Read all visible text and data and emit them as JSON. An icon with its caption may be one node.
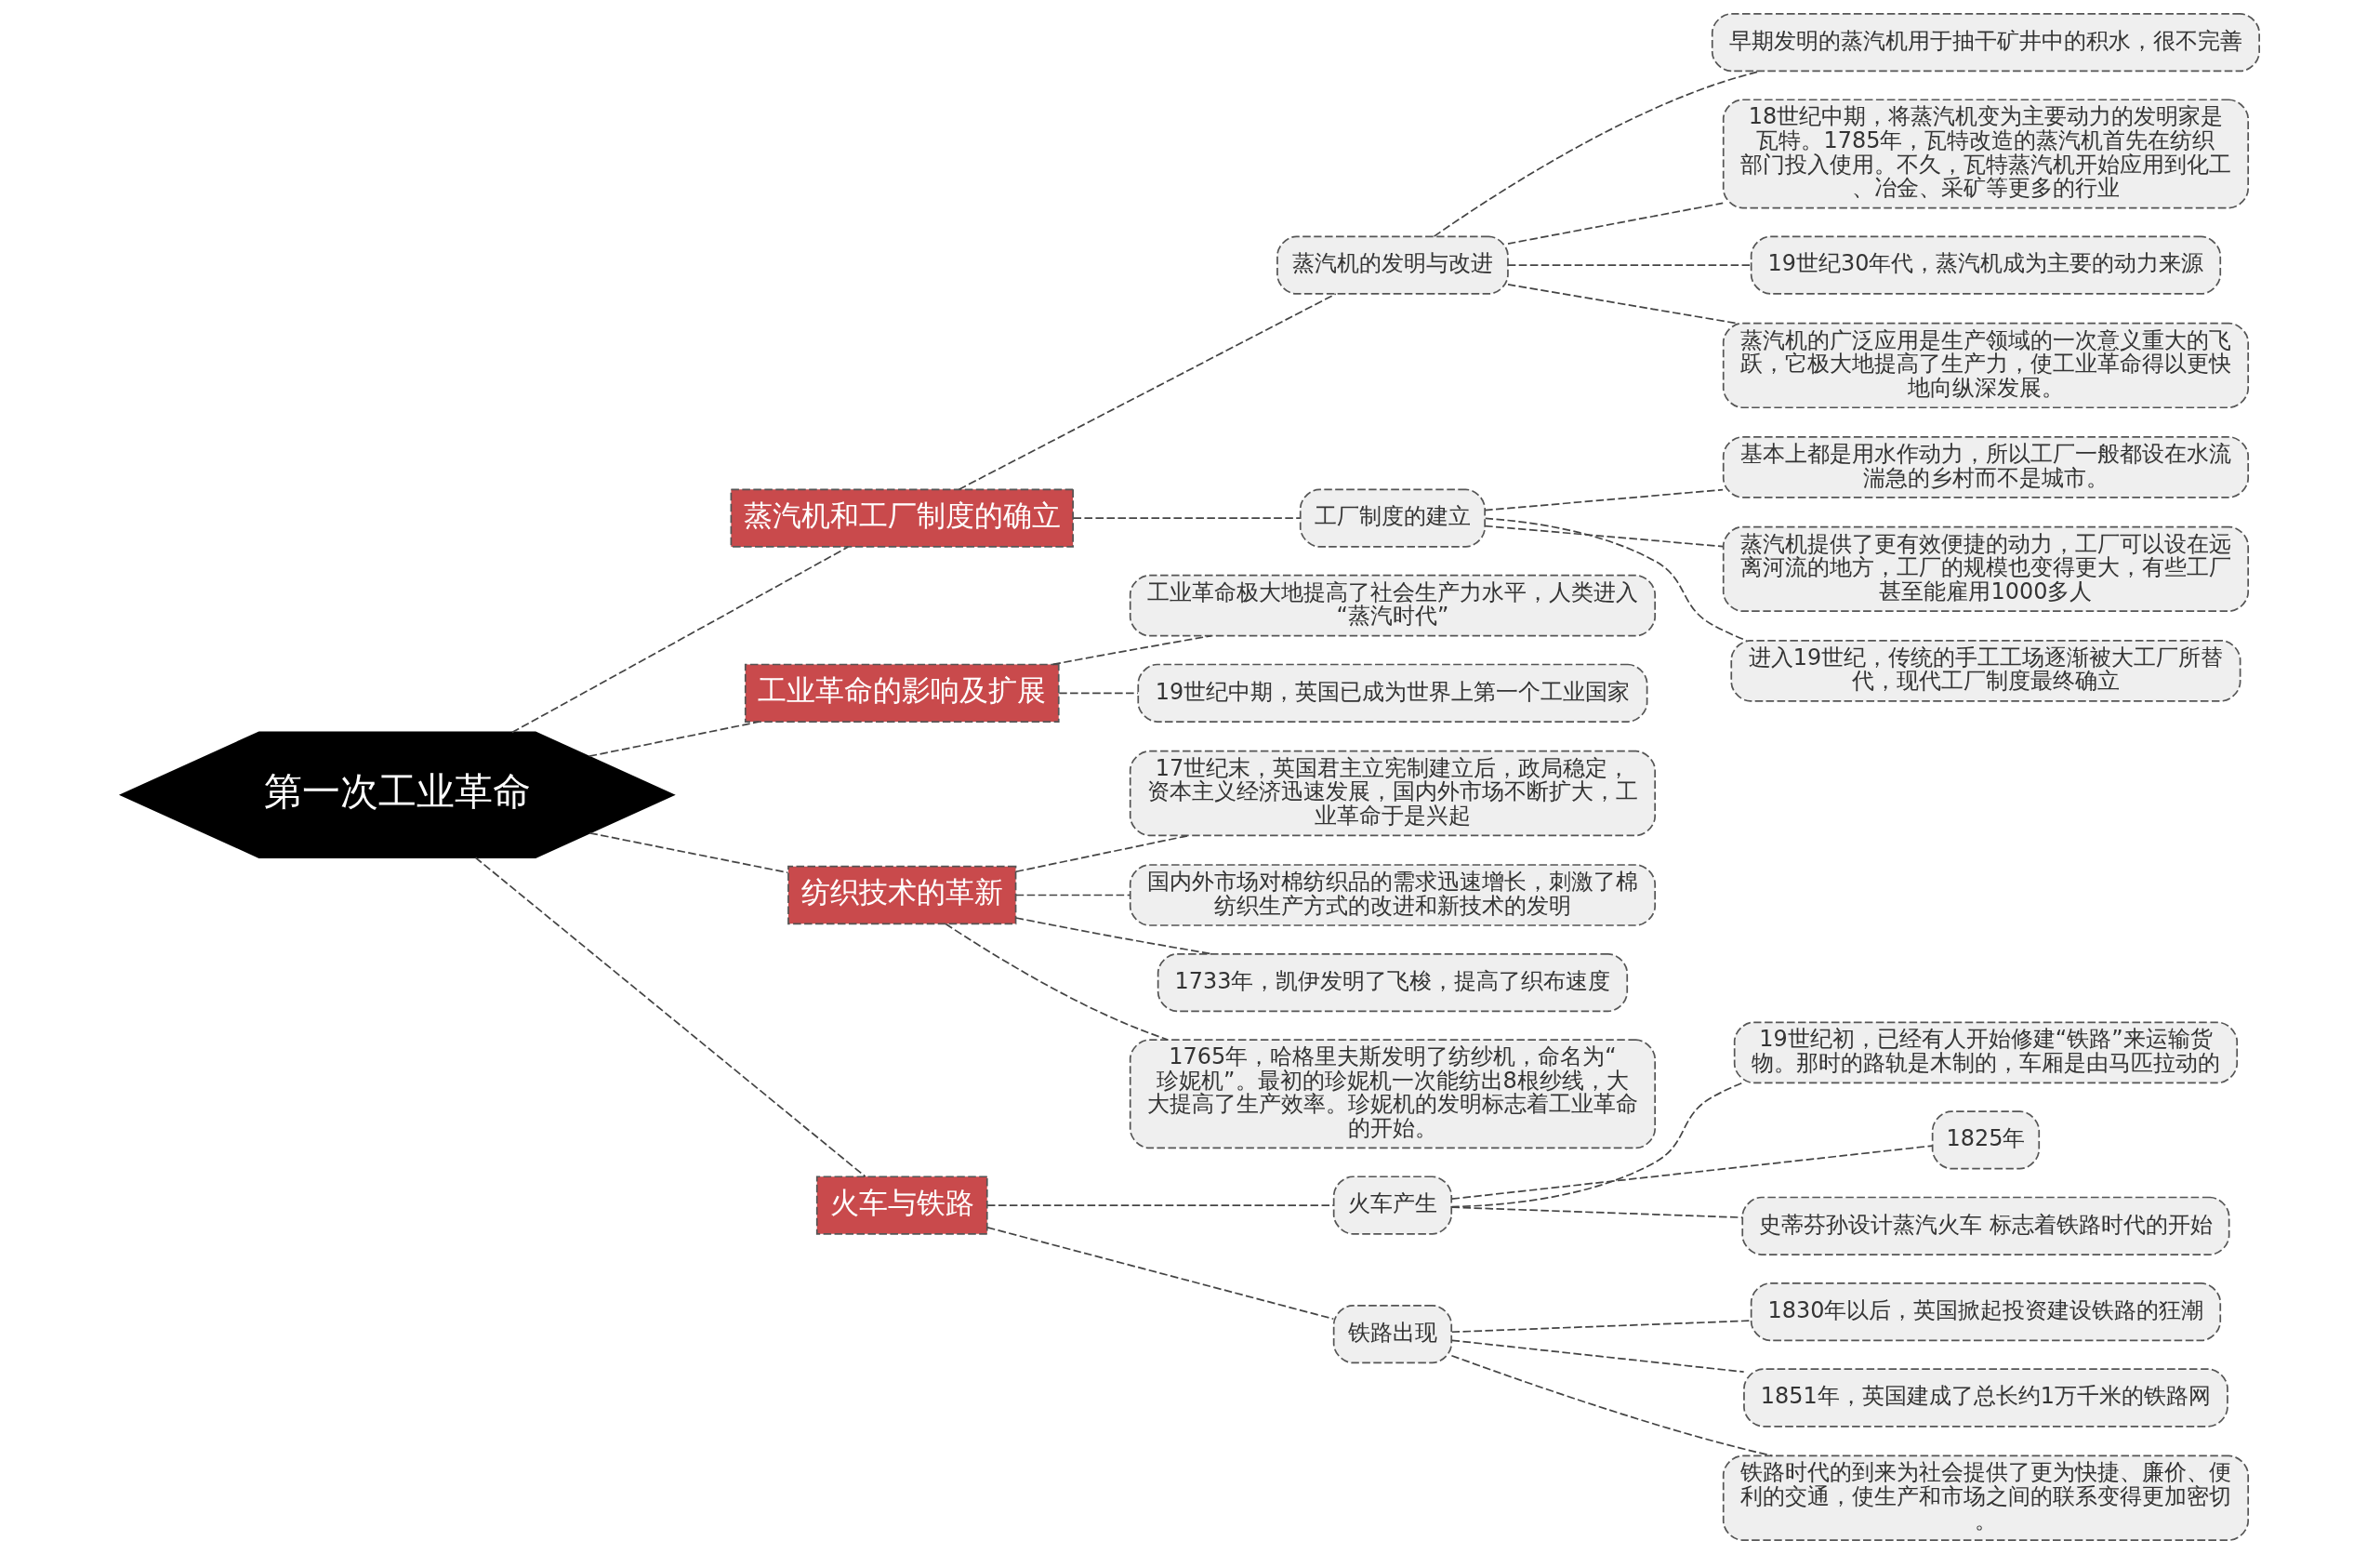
{
  "diagram": {
    "nodes": [
      {
        "text": [
          "第一次工业革命"
        ]
      },
      {
        "text": [
          "蒸汽机和工厂制度的确立"
        ]
      },
      {
        "text": [
          "蒸汽机的发明与改进"
        ]
      },
      {
        "text": [
          "早期发明的蒸汽机用于抽干矿井中的积水，很不完善"
        ]
      },
      {
        "text": [
          "18世纪中期，将蒸汽机变为主要动力的发明家是瓦特。1785年，瓦特改造的蒸汽机首先在纺织部门投入使用。不久，瓦特蒸汽机开始应用到化工、冶金、采矿等更多的行业"
        ]
      },
      {
        "text": [
          "19世纪30年代，蒸汽机成为主要的动力来源"
        ]
      },
      {
        "text": [
          "蒸汽机的广泛应用是生产领域的一次意义重大的飞跃，它极大地提高了生产力，使工业革命得以更快地向纵深发展。"
        ]
      },
      {
        "text": [
          "工厂制度的建立"
        ]
      },
      {
        "text": [
          "基本上都是用水作动力，所以工厂一般都设在水流湍急的乡村而不是城市。"
        ]
      },
      {
        "text": [
          "蒸汽机提供了更有效便捷的动力，工厂可以设在远离河流的地方，工厂的规模也变得更大，有些工厂甚至能雇用1000多人"
        ]
      },
      {
        "text": [
          "进入19世纪，传统的手工工场逐渐被大工厂所替代，现代工厂制度最终确立"
        ]
      },
      {
        "text": [
          "工业革命的影响及扩展"
        ]
      },
      {
        "text": [
          "工业革命极大地提高了社会生产力水平，人类进入“蒸汽时代”"
        ]
      },
      {
        "text": [
          "19世纪中期，英国已成为世界上第一个工业国家"
        ]
      },
      {
        "text": [
          "纺织技术的革新"
        ]
      },
      {
        "text": [
          "17世纪末，英国君主立宪制建立后，政局稳定，资本主义经济迅速发展，国内外市场不断扩大，工业革命于是兴起"
        ]
      },
      {
        "text": [
          "国内外市场对棉纺织品的需求迅速增长，刺激了棉纺织生产方式的改进和新技术的发明"
        ]
      },
      {
        "text": [
          "1733年，凯伊发明了飞梭，提高了织布速度"
        ]
      },
      {
        "text": [
          "1765年，哈格里夫斯发明了纺纱机，命名为“珍妮机”。最初的珍妮机一次能纺出8根纱线，大大提高了生产效率。珍妮机的发明标志着工业革命的开始。"
        ]
      },
      {
        "text": [
          "火车与铁路"
        ]
      },
      {
        "text": [
          "火车产生"
        ]
      },
      {
        "text": [
          "19世纪初，已经有人开始修建“铁路”来运输货物。那时的路轨是木制的，车厢是由马匹拉动的"
        ]
      },
      {
        "text": [
          "1825年"
        ]
      },
      {
        "text": [
          "史蒂芬孙设计蒸汽火车 标志着铁路时代的开始"
        ]
      },
      {
        "text": [
          "铁路出现"
        ]
      },
      {
        "text": [
          "1830年以后，英国掀起投资建设铁路的狂潮"
        ]
      },
      {
        "text": [
          "1851年，英国建成了总长约1万千米的铁路网"
        ]
      },
      {
        "text": [
          "铁路时代的到来为社会提供了更为快捷、廉价、便利的交通，使生产和市场之间的联系变得更加密切。"
        ]
      }
    ],
    "edges": [
      {
        "from": 0,
        "to": 1,
        "arrow": "none"
      },
      {
        "from": 1,
        "to": 2,
        "arrow": "none"
      },
      {
        "from": 2,
        "to": 3,
        "arrow": "none"
      },
      {
        "from": 2,
        "to": 4,
        "arrow": "none"
      },
      {
        "from": 2,
        "to": 5,
        "arrow": "none"
      },
      {
        "from": 2,
        "to": 6,
        "arrow": "none"
      },
      {
        "from": 1,
        "to": 7,
        "arrow": "none"
      },
      {
        "from": 7,
        "to": 8,
        "arrow": "none"
      },
      {
        "from": 7,
        "to": 9,
        "arrow": "none"
      },
      {
        "from": 7,
        "to": 10,
        "arrow": "none"
      },
      {
        "from": 0,
        "to": 11,
        "arrow": "none"
      },
      {
        "from": 11,
        "to": 12,
        "arrow": "none"
      },
      {
        "from": 11,
        "to": 13,
        "arrow": "none"
      },
      {
        "from": 0,
        "to": 14,
        "arrow": "none"
      },
      {
        "from": 14,
        "to": 15,
        "arrow": "none"
      },
      {
        "from": 14,
        "to": 16,
        "arrow": "none"
      },
      {
        "from": 14,
        "to": 17,
        "arrow": "none"
      },
      {
        "from": 14,
        "to": 18,
        "arrow": "none"
      },
      {
        "from": 0,
        "to": 19,
        "arrow": "none"
      },
      {
        "from": 19,
        "to": 20,
        "arrow": "none"
      },
      {
        "from": 20,
        "to": 21,
        "arrow": "none"
      },
      {
        "from": 20,
        "to": 22,
        "arrow": "none"
      },
      {
        "from": 20,
        "to": 23,
        "arrow": "none"
      },
      {
        "from": 19,
        "to": 24,
        "arrow": "none"
      },
      {
        "from": 24,
        "to": 25,
        "arrow": "none"
      },
      {
        "from": 24,
        "to": 26,
        "arrow": "none"
      },
      {
        "from": 24,
        "to": 27,
        "arrow": "none"
      }
    ]
  }
}
